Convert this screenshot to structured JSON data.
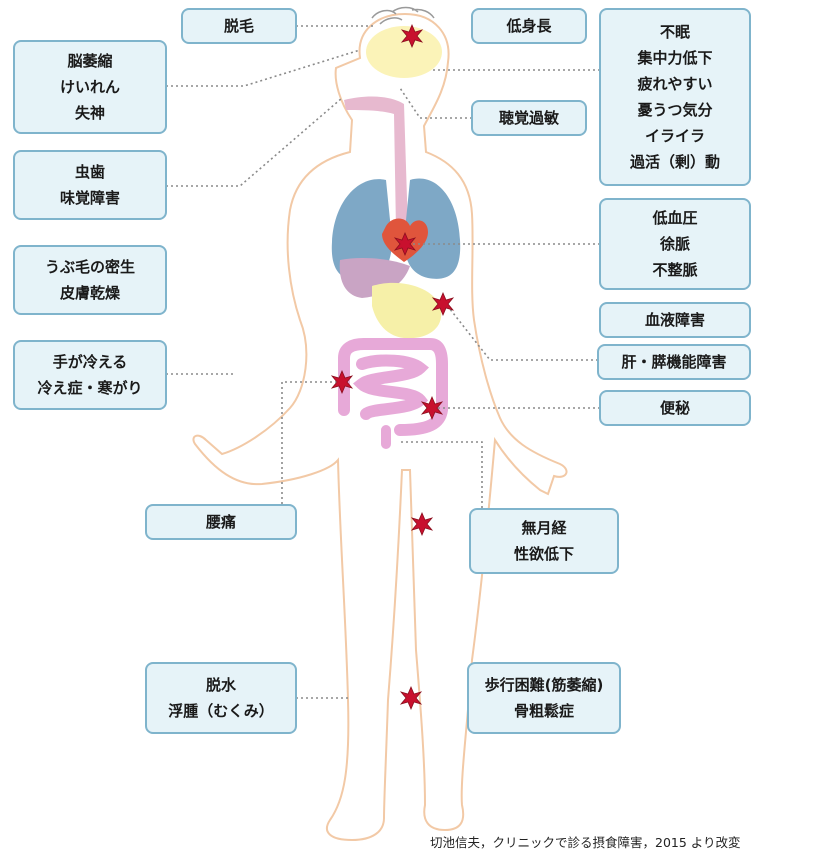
{
  "labels": {
    "hair_loss": "脱毛",
    "brain": [
      "脳萎縮",
      "けいれん",
      "失神"
    ],
    "teeth": [
      "虫歯",
      "味覚障害"
    ],
    "skin": [
      "うぶ毛の密生",
      "皮膚乾燥"
    ],
    "cold": [
      "手が冷える",
      "冷え症・寒がり"
    ],
    "back_pain": "腰痛",
    "edema": [
      "脱水",
      "浮腫（むくみ）"
    ],
    "short_stature": "低身長",
    "mental": [
      "不眠",
      "集中力低下",
      "疲れやすい",
      "憂うつ気分",
      "イライラ",
      "過活（剰）動"
    ],
    "hyperacusis": "聴覚過敏",
    "heart": [
      "低血圧",
      "徐脈",
      "不整脈"
    ],
    "blood": "血液障害",
    "liver": "肝・膵機能障害",
    "constipation": "便秘",
    "amenorrhea": [
      "無月経",
      "性欲低下"
    ],
    "walking": [
      "歩行困難(筋萎縮)",
      "骨粗鬆症"
    ]
  },
  "citation": "切池信夫，クリニックで診る摂食障害，2015 より改変",
  "colors": {
    "box_fill": "#e6f3f8",
    "box_border": "#7fb4cc",
    "body_outline": "#f2c9a6",
    "brain": "#fbf3b8",
    "lungs": "#7ea8c6",
    "heart": "#e0553c",
    "liver": "#c9a4c4",
    "stomach": "#f6f0a8",
    "intestine": "#e7a9d8",
    "marker": "#c8102e",
    "leader": "#8a8a8a"
  }
}
